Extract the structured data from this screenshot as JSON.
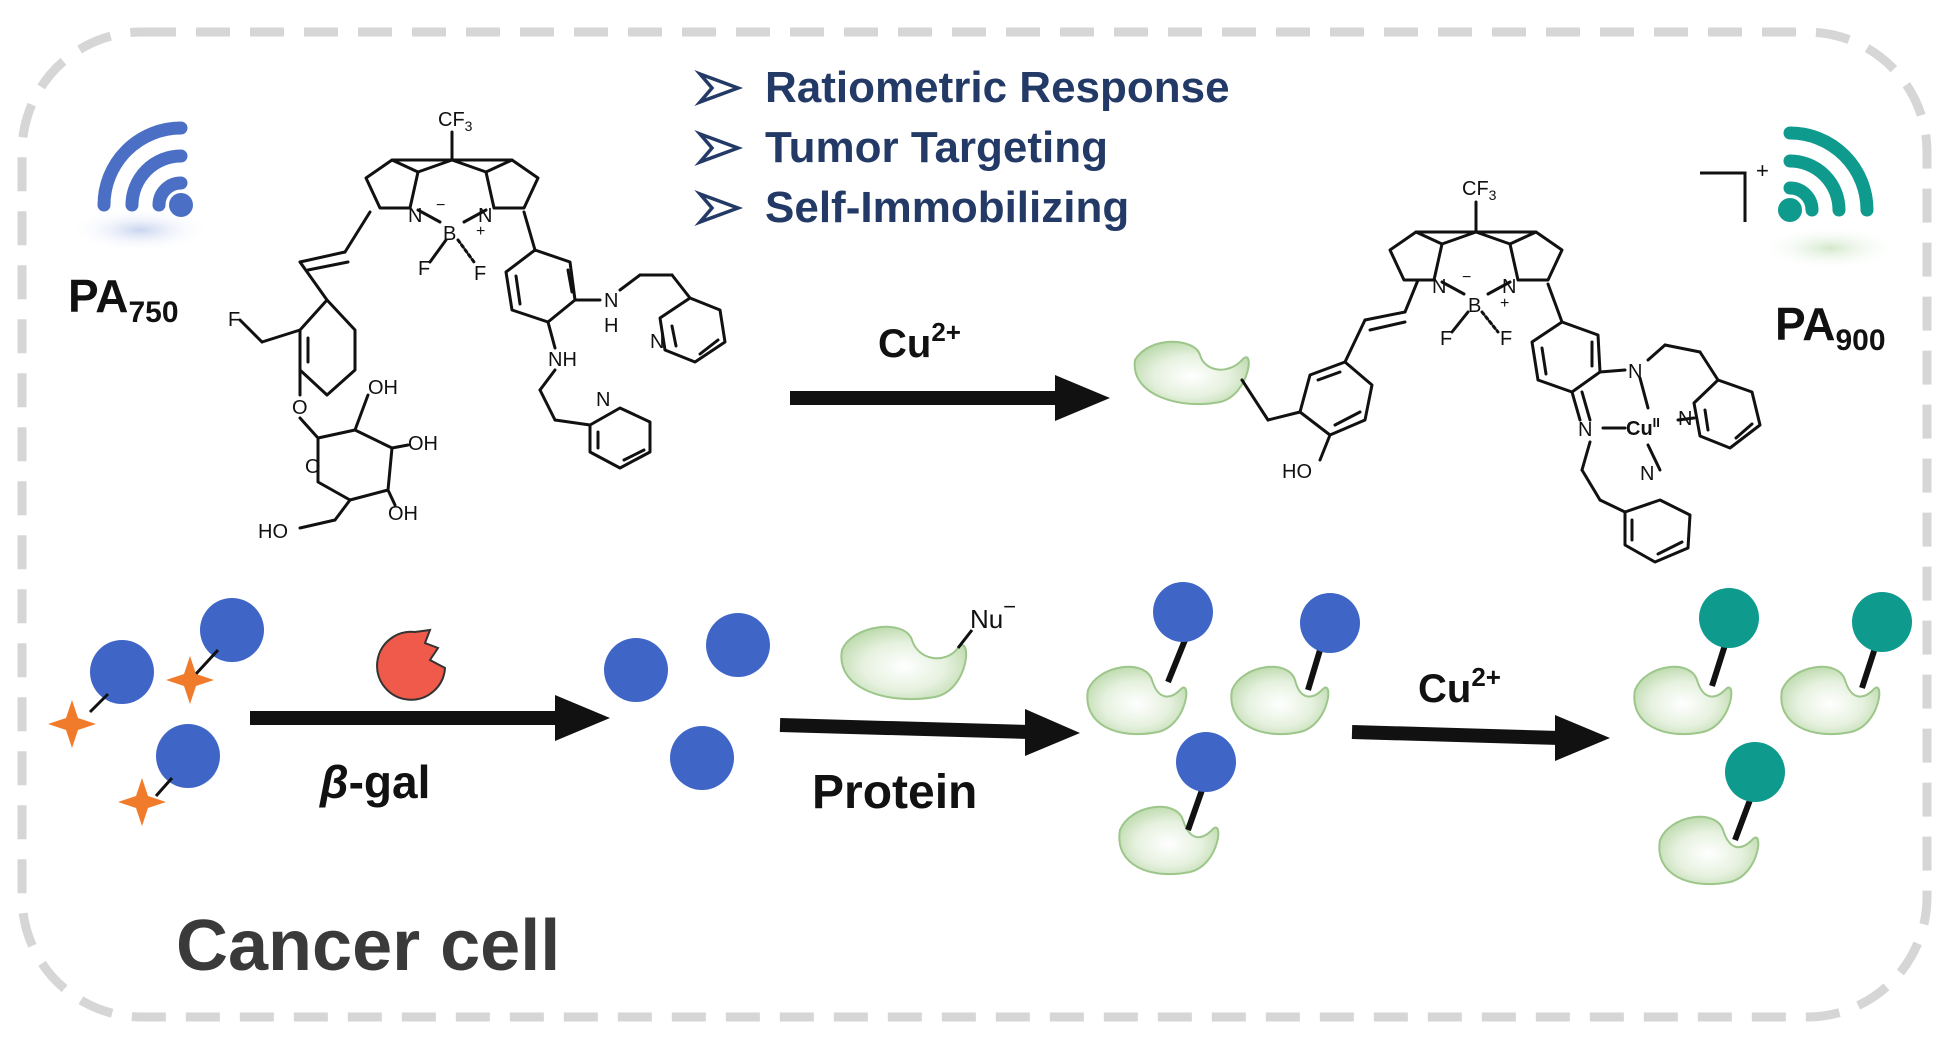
{
  "features": [
    "Ratiometric Response",
    "Tumor Targeting",
    "Self-Immobilizing"
  ],
  "probe_left": {
    "label_main": "PA",
    "label_sub": "750",
    "atoms": {
      "cf": "CF",
      "cf_sub": "3",
      "n1": "N",
      "n2": "N",
      "b": "B",
      "minus": "−",
      "plus": "+",
      "f1": "F",
      "f2": "F",
      "f3": "F",
      "nh1": "N",
      "h1": "H",
      "nh2": "NH",
      "npy1": "N",
      "npy2": "N",
      "o1": "O",
      "o2": "O",
      "oh1": "OH",
      "oh2": "OH",
      "oh3": "OH",
      "ho": "HO"
    }
  },
  "probe_right": {
    "label_main": "PA",
    "label_sub": "900",
    "charge": "+",
    "atoms": {
      "cf": "CF",
      "cf_sub": "3",
      "n1": "N",
      "n2": "N",
      "b": "B",
      "minus": "−",
      "plus": "+",
      "f1": "F",
      "f2": "F",
      "ho": "HO",
      "n3": "N",
      "n4": "N",
      "npy1": "N",
      "npy2": "N",
      "cu": "Cu",
      "cu_sup": "II"
    }
  },
  "arrows": {
    "top_reagent": "Cu",
    "top_reagent_sup": "2+",
    "enzyme_label": "β",
    "enzyme_label_rest": "-gal",
    "protein_label": "Protein",
    "nu_label": "Nu",
    "nu_charge": "−",
    "bottom_reagent": "Cu",
    "bottom_reagent_sup": "2+"
  },
  "cell_label": "Cancer cell",
  "colors": {
    "title_blue": "#243a66",
    "pa750_blue": "#4a6fc4",
    "probe_blue": "#3f66c7",
    "teal": "#0f9a8e",
    "orange": "#f07b2a",
    "enzyme_red": "#ef5a4a",
    "protein_green": "#cfe5c2",
    "border_gray": "#d8d8d8"
  }
}
